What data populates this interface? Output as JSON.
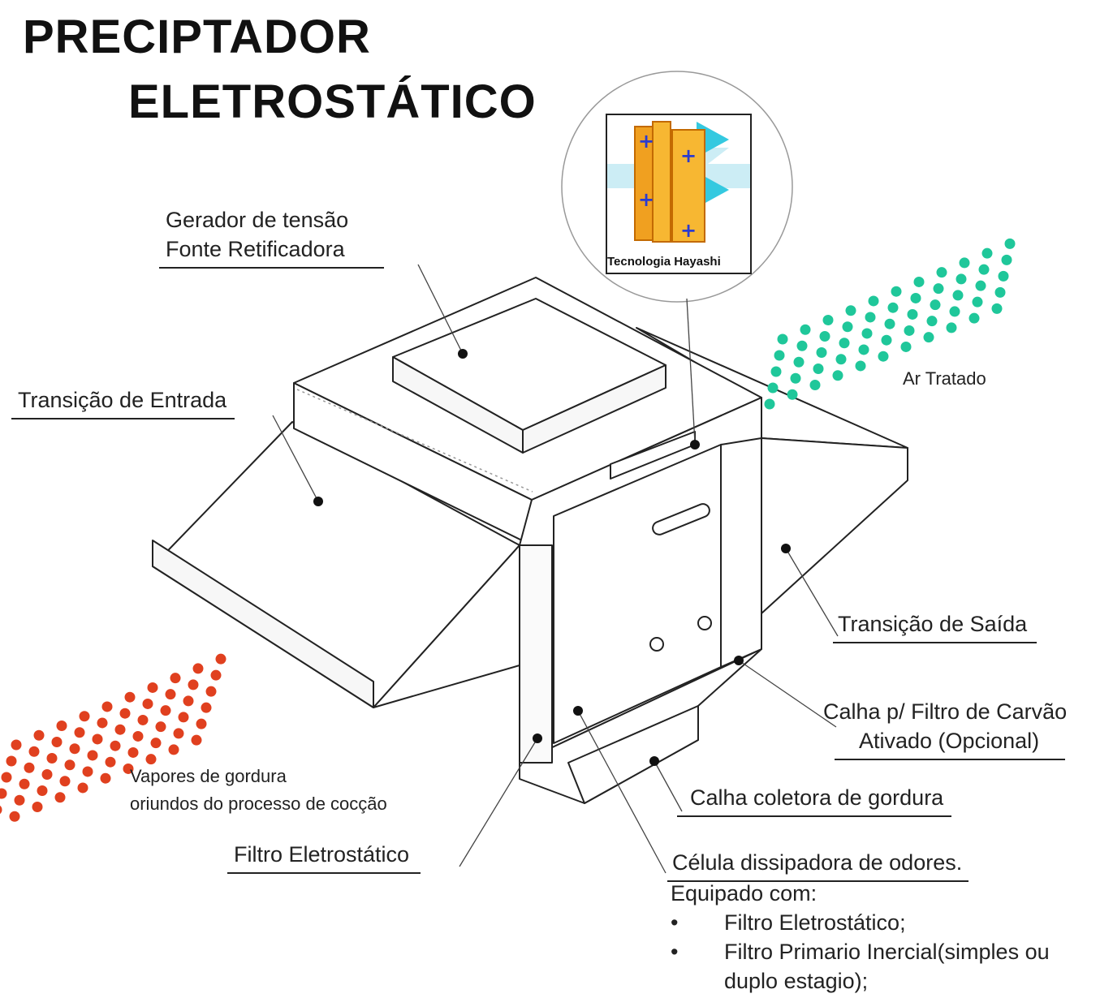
{
  "title": {
    "line1": "PRECIPTADOR",
    "line2": "ELETROSTÁTICO"
  },
  "inset": {
    "caption": "Tecnologia Hayashi",
    "icon": "electrostatic-plates-icon"
  },
  "labels": {
    "gerador_line1": "Gerador de tensão",
    "gerador_line2": "Fonte Retificadora",
    "transicao_entrada": "Transição de Entrada",
    "ar_tratado": "Ar Tratado",
    "transicao_saida": "Transição de Saída",
    "calha_carvao_line1": "Calha p/ Filtro de Carvão",
    "calha_carvao_line2": "Ativado (Opcional)",
    "calha_gordura": "Calha coletora de gordura",
    "vapores_line1": "Vapores de gordura",
    "vapores_line2": "oriundos do processo de cocção",
    "filtro_eletrostatico": "Filtro Eletrostático",
    "celula": "Célula dissipadora de odores.",
    "equipado": "Equipado com:",
    "items": [
      "Filtro Eletrostático;",
      "Filtro Primario Inercial(simples ou",
      "duplo estagio);"
    ]
  },
  "colors": {
    "inlet_particles": "#e0401f",
    "outlet_particles": "#1fc79a",
    "line": "#222222"
  }
}
